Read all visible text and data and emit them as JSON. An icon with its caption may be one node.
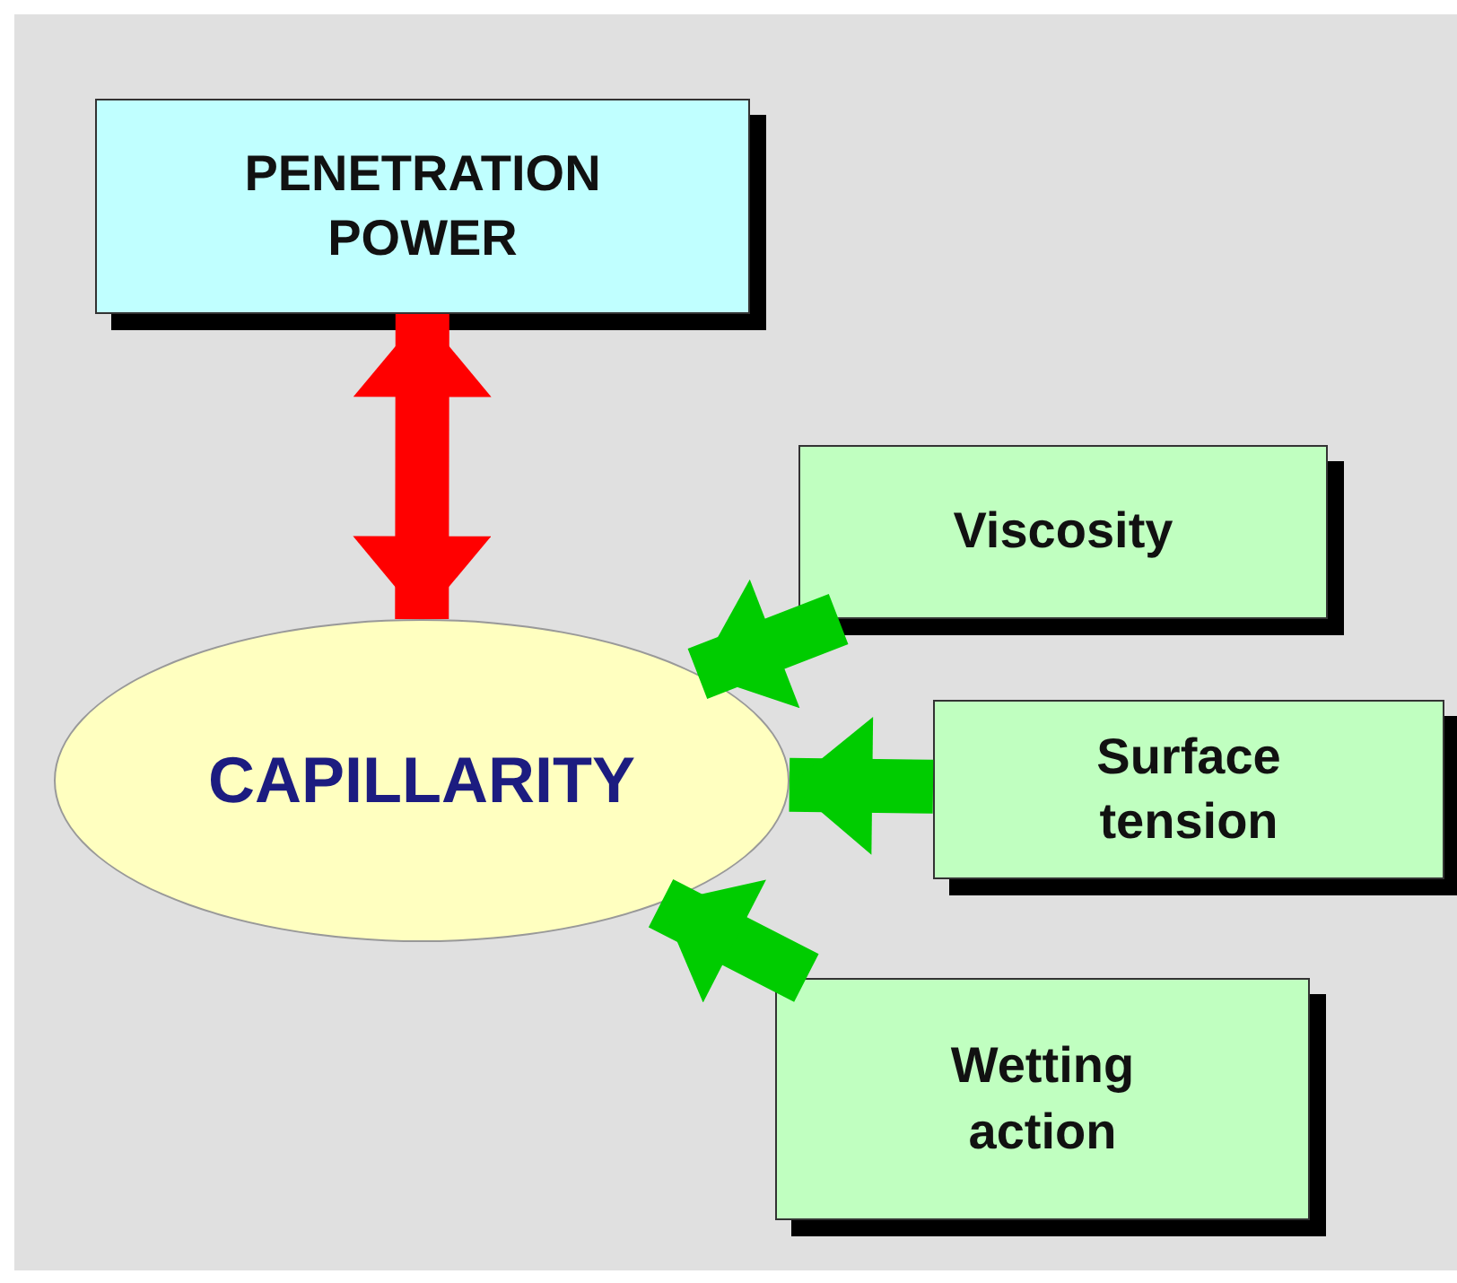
{
  "diagram": {
    "nodes": [
      {
        "text": [
          "PENETRATION POWER"
        ]
      },
      {
        "text": [
          "CAPILLARITY"
        ]
      },
      {
        "text": [
          "Viscosity"
        ]
      },
      {
        "text": [
          "Surface tension"
        ]
      },
      {
        "text": [
          "Wetting action"
        ]
      }
    ],
    "edges": [
      {
        "from": 0,
        "to": 1,
        "arrow": "both",
        "color": "#ff0000"
      },
      {
        "from": 2,
        "to": 1,
        "arrow": "to"
      },
      {
        "from": 3,
        "to": 1,
        "arrow": "to"
      },
      {
        "from": 4,
        "to": 1,
        "arrow": "to"
      }
    ]
  }
}
